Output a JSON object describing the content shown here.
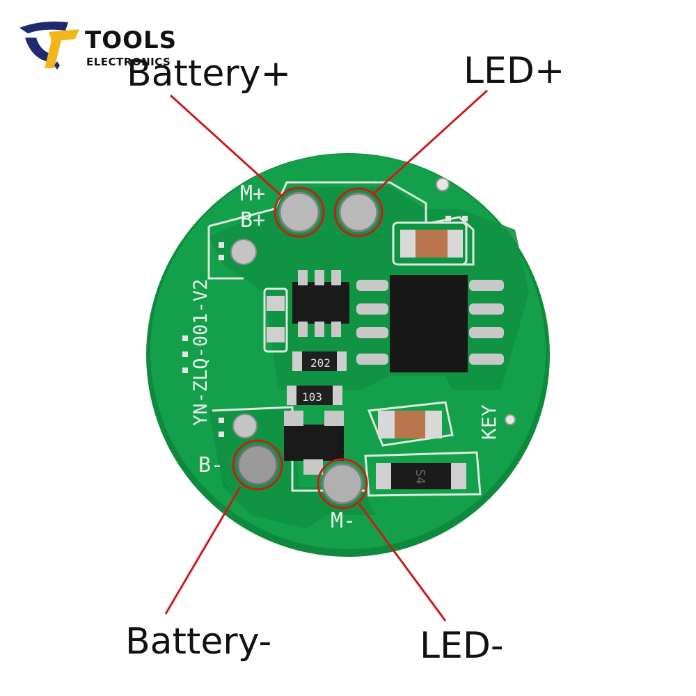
{
  "logo": {
    "title": "TOOLS",
    "subtitle": "ELECTRONICS",
    "colors": {
      "navy": "#1f2b6e",
      "gold": "#f2b51c"
    }
  },
  "board": {
    "silkscreen": {
      "model": "YN-ZLQ-001-V2",
      "m_plus": "M+",
      "b_plus": "B+",
      "b_minus": "B-",
      "m_minus": "M-",
      "key": "KEY",
      "res_202": "202",
      "res_103": "103",
      "diode": "S4"
    },
    "colors": {
      "pcb": "#13a04a",
      "pcb_dark": "#0b7a36",
      "pad": "#b9b9b9",
      "silk": "#e8efe8"
    }
  },
  "callouts": {
    "battery_plus": "Battery+",
    "led_plus": "LED+",
    "battery_minus": "Battery-",
    "led_minus": "LED-",
    "ring_color": "#cc1a1a"
  }
}
